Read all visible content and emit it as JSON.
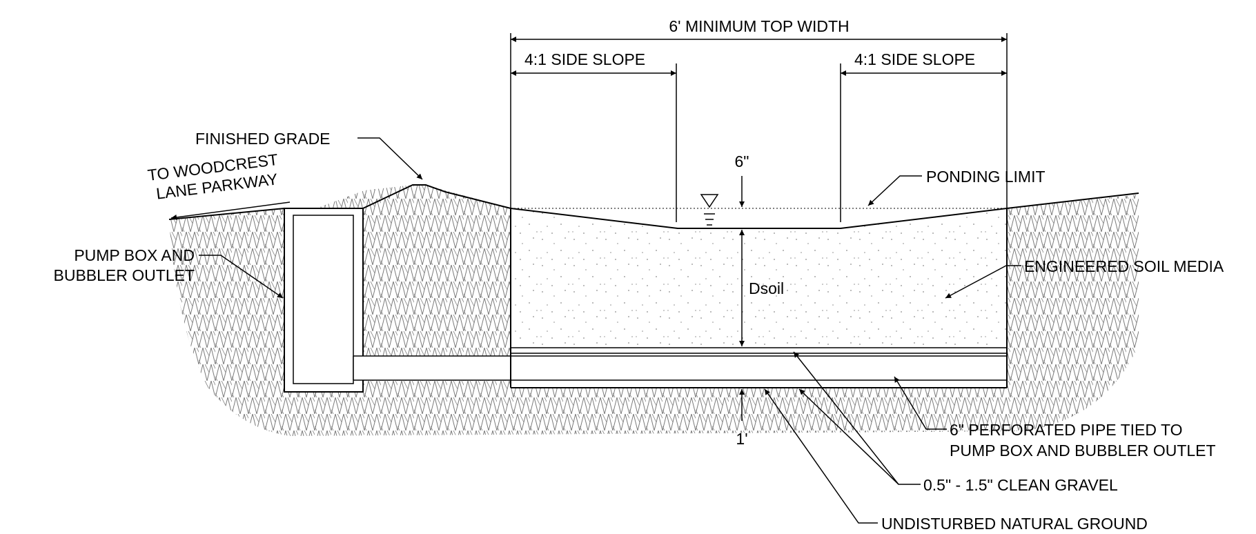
{
  "labels": {
    "top_width": "6' MINIMUM TOP WIDTH",
    "side_slope_left": "4:1 SIDE SLOPE",
    "side_slope_right": "4:1 SIDE SLOPE",
    "finished_grade": "FINISHED GRADE",
    "to_woodcrest_1": "TO WOODCREST",
    "to_woodcrest_2": "LANE PARKWAY",
    "pump_box_1": "PUMP BOX AND",
    "pump_box_2": "BUBBLER OUTLET",
    "ponding_depth": "6\"",
    "ponding_limit": "PONDING LIMIT",
    "soil_depth": "Dsoil",
    "engineered_soil": "ENGINEERED SOIL MEDIA",
    "gravel_depth": "1'",
    "pipe_1": "6\" PERFORATED PIPE TIED TO",
    "pipe_2": "PUMP BOX AND BUBBLER OUTLET",
    "gravel": "0.5\" - 1.5\" CLEAN GRAVEL",
    "ground": "UNDISTURBED NATURAL GROUND"
  },
  "colors": {
    "line": "#000000",
    "hatch": "#7a7a7a",
    "stipple": "#8a8a8a",
    "background": "#ffffff"
  }
}
